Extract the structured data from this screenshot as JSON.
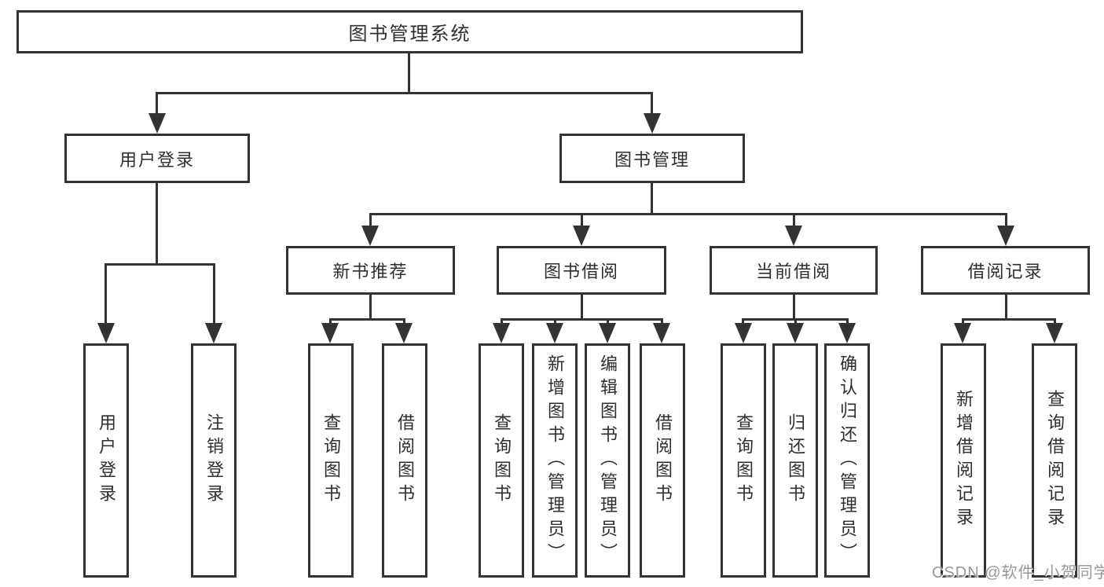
{
  "diagram_type": "hierarchy-tree",
  "colors": {
    "background": "#ffffff",
    "line": "#333333",
    "box_border": "#333333",
    "text": "#2e2e2e",
    "watermark": "#979797"
  },
  "tree": {
    "root": "图书管理系统",
    "children": [
      {
        "label": "用户登录",
        "children": [
          "用户登录",
          "注销登录"
        ]
      },
      {
        "label": "图书管理",
        "children": [
          {
            "label": "新书推荐",
            "children": [
              "查询图书",
              "借阅图书"
            ]
          },
          {
            "label": "图书借阅",
            "children": [
              "查询图书",
              "新增图书（管理员）",
              "编辑图书（管理员）",
              "借阅图书"
            ]
          },
          {
            "label": "当前借阅",
            "children": [
              "查询图书",
              "归还图书",
              "确认归还（管理员）"
            ]
          },
          {
            "label": "借阅记录",
            "children": [
              "新增借阅记录",
              "查询借阅记录"
            ]
          }
        ]
      }
    ]
  },
  "watermark": {
    "text": "CSDN @软件_小贺同学"
  }
}
